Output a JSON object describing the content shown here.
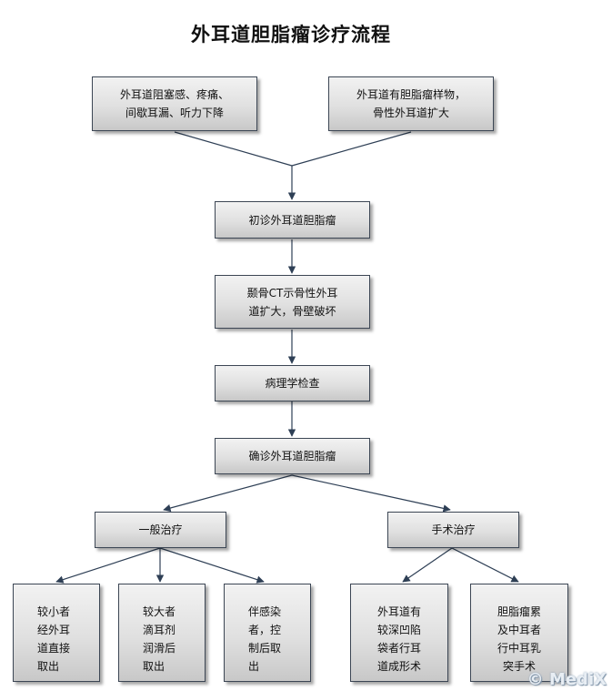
{
  "title": "外耳道胆脂瘤诊疗流程",
  "watermark": "© MediX",
  "nodes": {
    "symptom": "外耳道阻塞感、疼痛、\n间歇耳漏、听力下降",
    "finding": "外耳道有胆脂瘤样物，\n骨性外耳道扩大",
    "initial_diagnosis": "初诊外耳道胆脂瘤",
    "ct": "颞骨CT示骨性外耳\n道扩大，骨壁破坏",
    "pathology": "病理学检查",
    "confirmed_diagnosis": "确诊外耳道胆脂瘤",
    "general_treatment": "一般治疗",
    "surgical_treatment": "手术治疗",
    "small": "较小者\n经外耳\n道直接\n取出",
    "large": "较大者\n滴耳剂\n润滑后\n取出",
    "infected": "伴感染\n者，控\n制后取\n出",
    "canal_deep": "外耳道有\n较深凹陷\n袋者行耳\n道成形术",
    "middle_ear": "胆脂瘤累\n及中耳者\n行中耳乳\n突手术"
  },
  "colors": {
    "arrow": "#2e3f55",
    "border": "#3c4654"
  }
}
